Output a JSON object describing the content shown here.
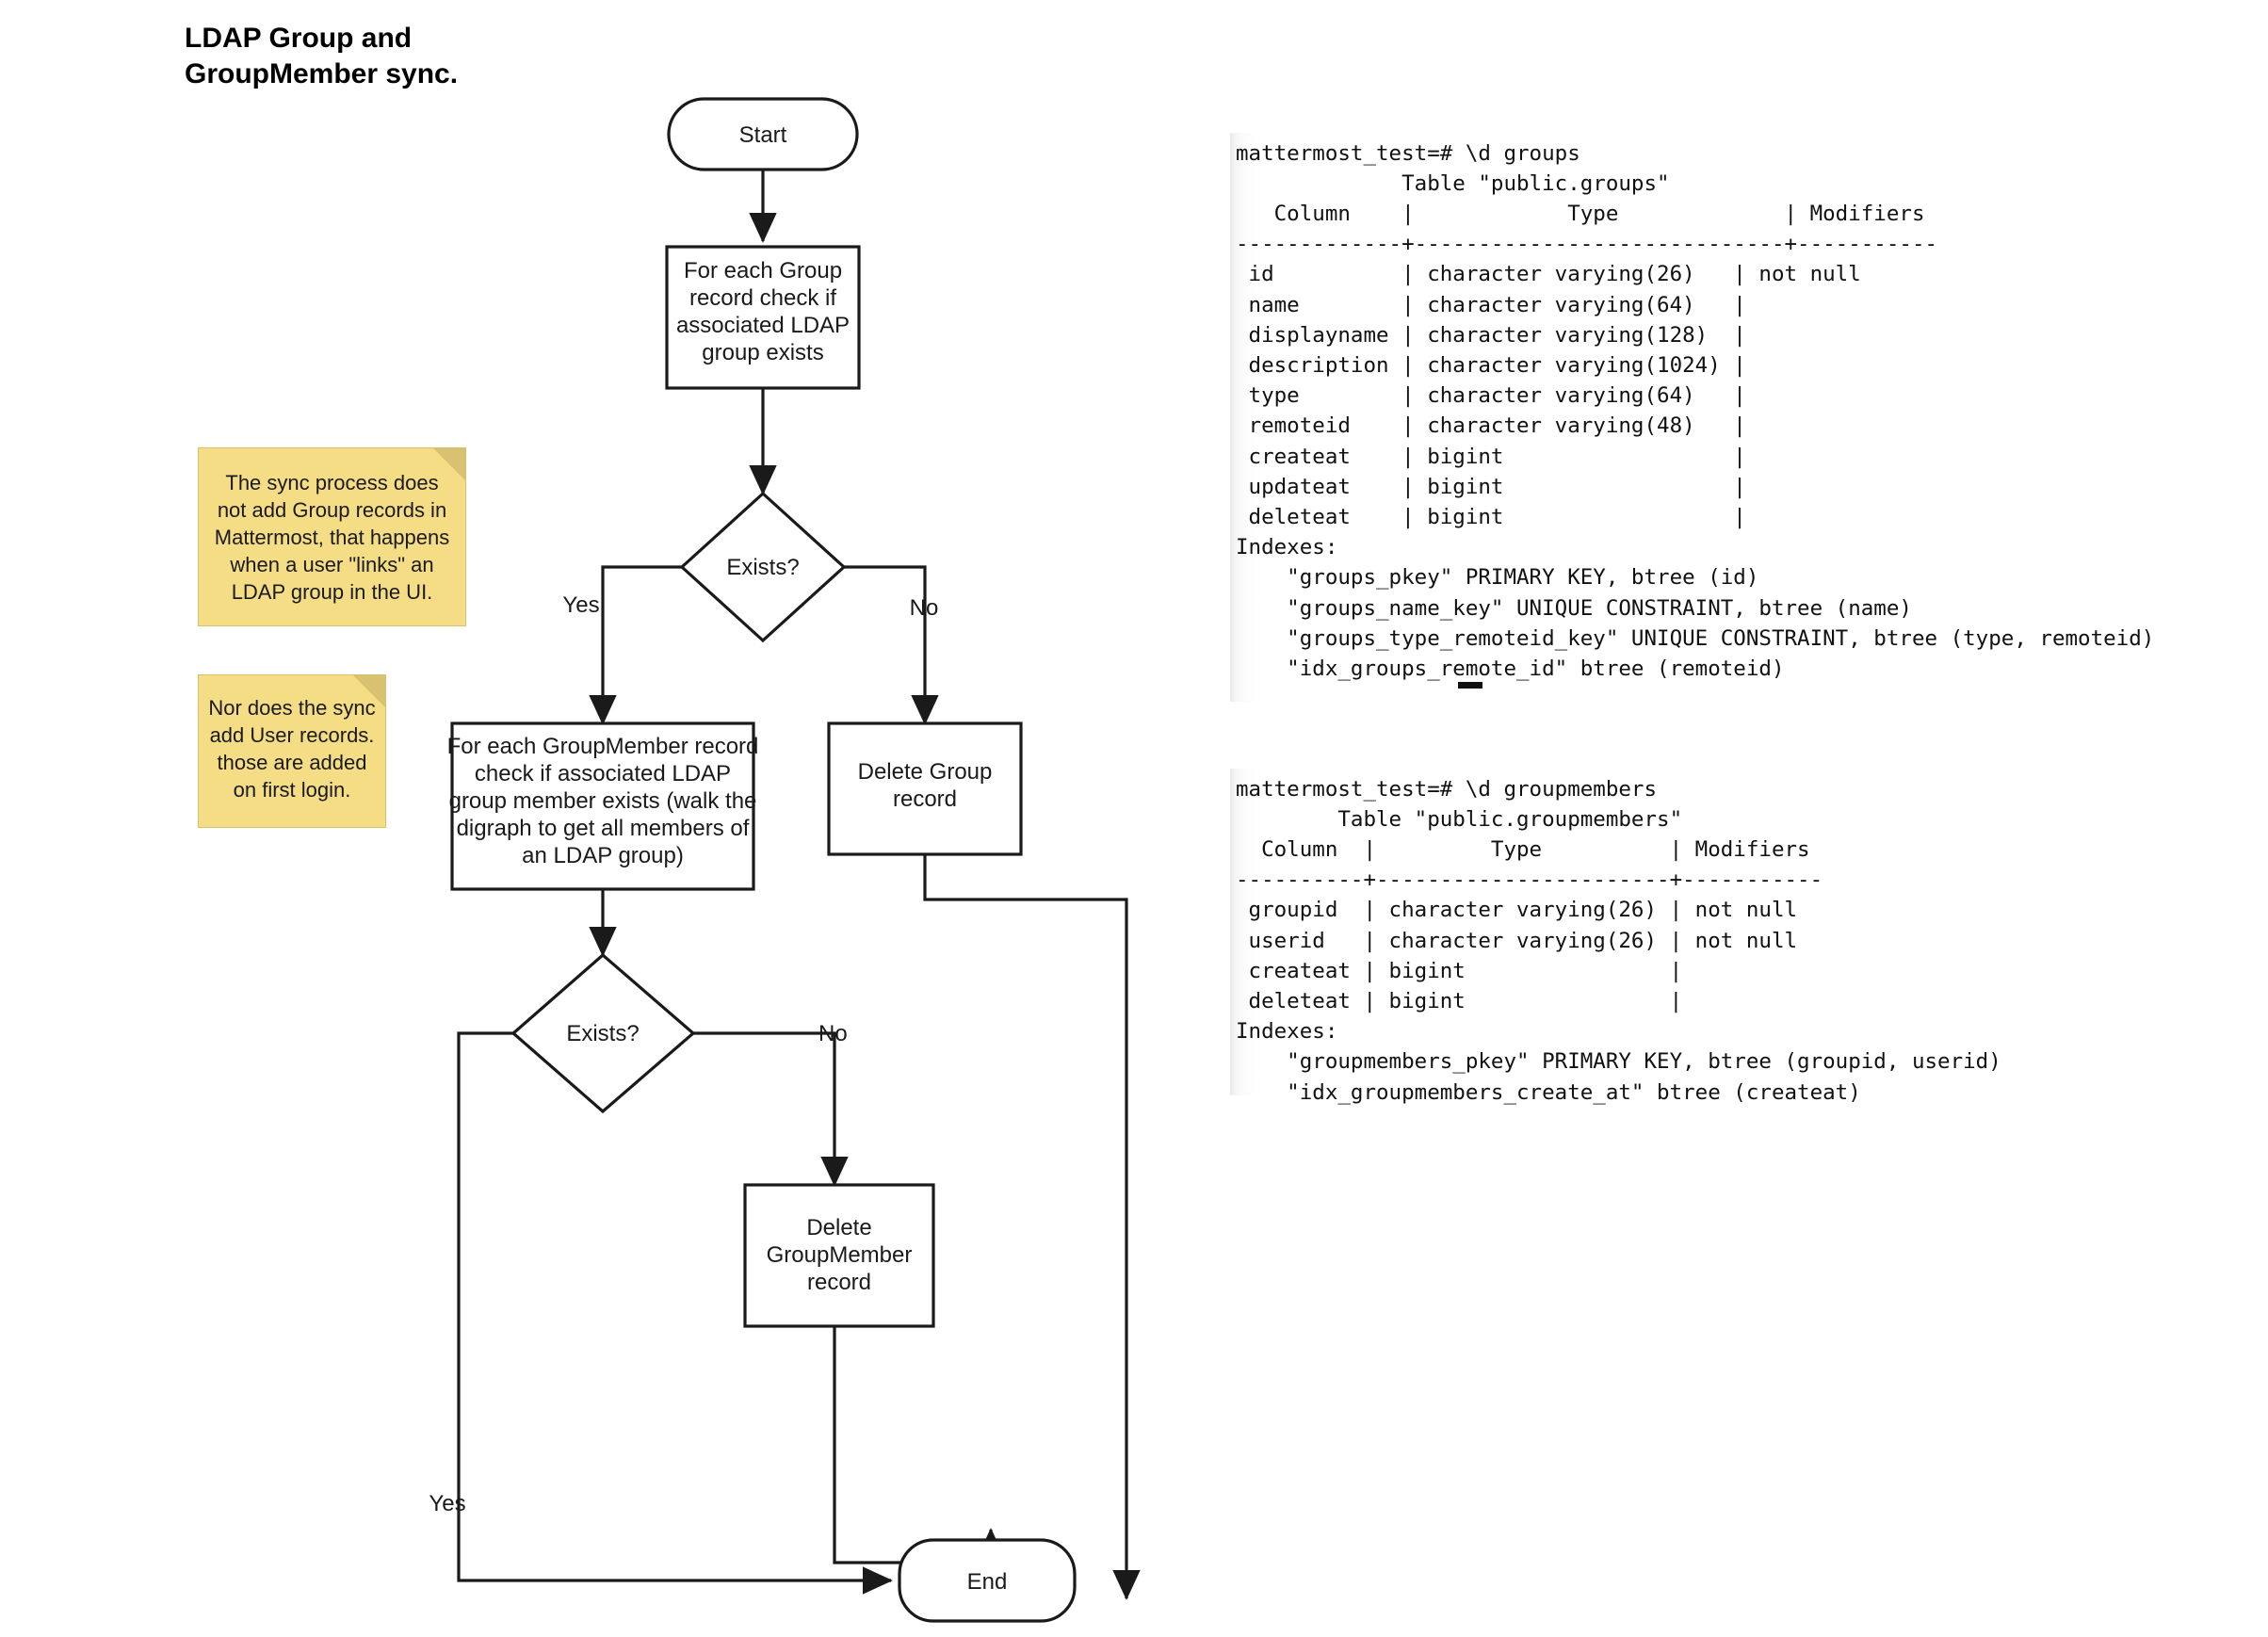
{
  "title": "LDAP Group and\nGroupMember sync.",
  "flowchart": {
    "nodes": {
      "start": "Start",
      "check_group": "For each Group\nrecord check if\nassociated LDAP\ngroup exists",
      "exists_1": "Exists?",
      "check_member": "For each GroupMember record\ncheck if associated LDAP\ngroup member exists (walk the\ndigraph to get all members of\nan LDAP group)",
      "delete_group": "Delete Group\nrecord",
      "exists_2": "Exists?",
      "delete_groupmember": "Delete\nGroupMember\nrecord",
      "end": "End"
    },
    "edge_labels": {
      "exists1_yes": "Yes",
      "exists1_no": "No",
      "exists2_no": "No",
      "exists2_yes": "Yes"
    }
  },
  "notes": [
    {
      "id": "note-group-records",
      "text": "The sync process does\nnot add Group records in\nMattermost, that happens\nwhen a user \"links\" an\nLDAP group in the UI."
    },
    {
      "id": "note-user-records",
      "text": "Nor does the sync\nadd User records.\nthose are added\non first login."
    }
  ],
  "terminals": [
    {
      "id": "groups-table",
      "text": "mattermost_test=# \\d groups\n             Table \"public.groups\"\n   Column    |            Type             | Modifiers\n-------------+-----------------------------+-----------\n id          | character varying(26)   | not null\n name        | character varying(64)   |\n displayname | character varying(128)  |\n description | character varying(1024) |\n type        | character varying(64)   |\n remoteid    | character varying(48)   |\n createat    | bigint                  |\n updateat    | bigint                  |\n deleteat    | bigint                  |\nIndexes:\n    \"groups_pkey\" PRIMARY KEY, btree (id)\n    \"groups_name_key\" UNIQUE CONSTRAINT, btree (name)\n    \"groups_type_remoteid_key\" UNIQUE CONSTRAINT, btree (type, remoteid)\n    \"idx_groups_remote_id\" btree (remoteid)"
    },
    {
      "id": "groupmembers-table",
      "text": "mattermost_test=# \\d groupmembers\n        Table \"public.groupmembers\"\n  Column  |         Type          | Modifiers\n----------+-----------------------+-----------\n groupid  | character varying(26) | not null\n userid   | character varying(26) | not null\n createat | bigint                |\n deleteat | bigint                |\nIndexes:\n    \"groupmembers_pkey\" PRIMARY KEY, btree (groupid, userid)\n    \"idx_groupmembers_create_at\" btree (createat)"
    }
  ],
  "colors": {
    "sticky_bg": "#f5dd86",
    "sticky_fold": "#d9c172",
    "stroke": "#1a1a1a",
    "canvas_bg": "#ffffff"
  }
}
